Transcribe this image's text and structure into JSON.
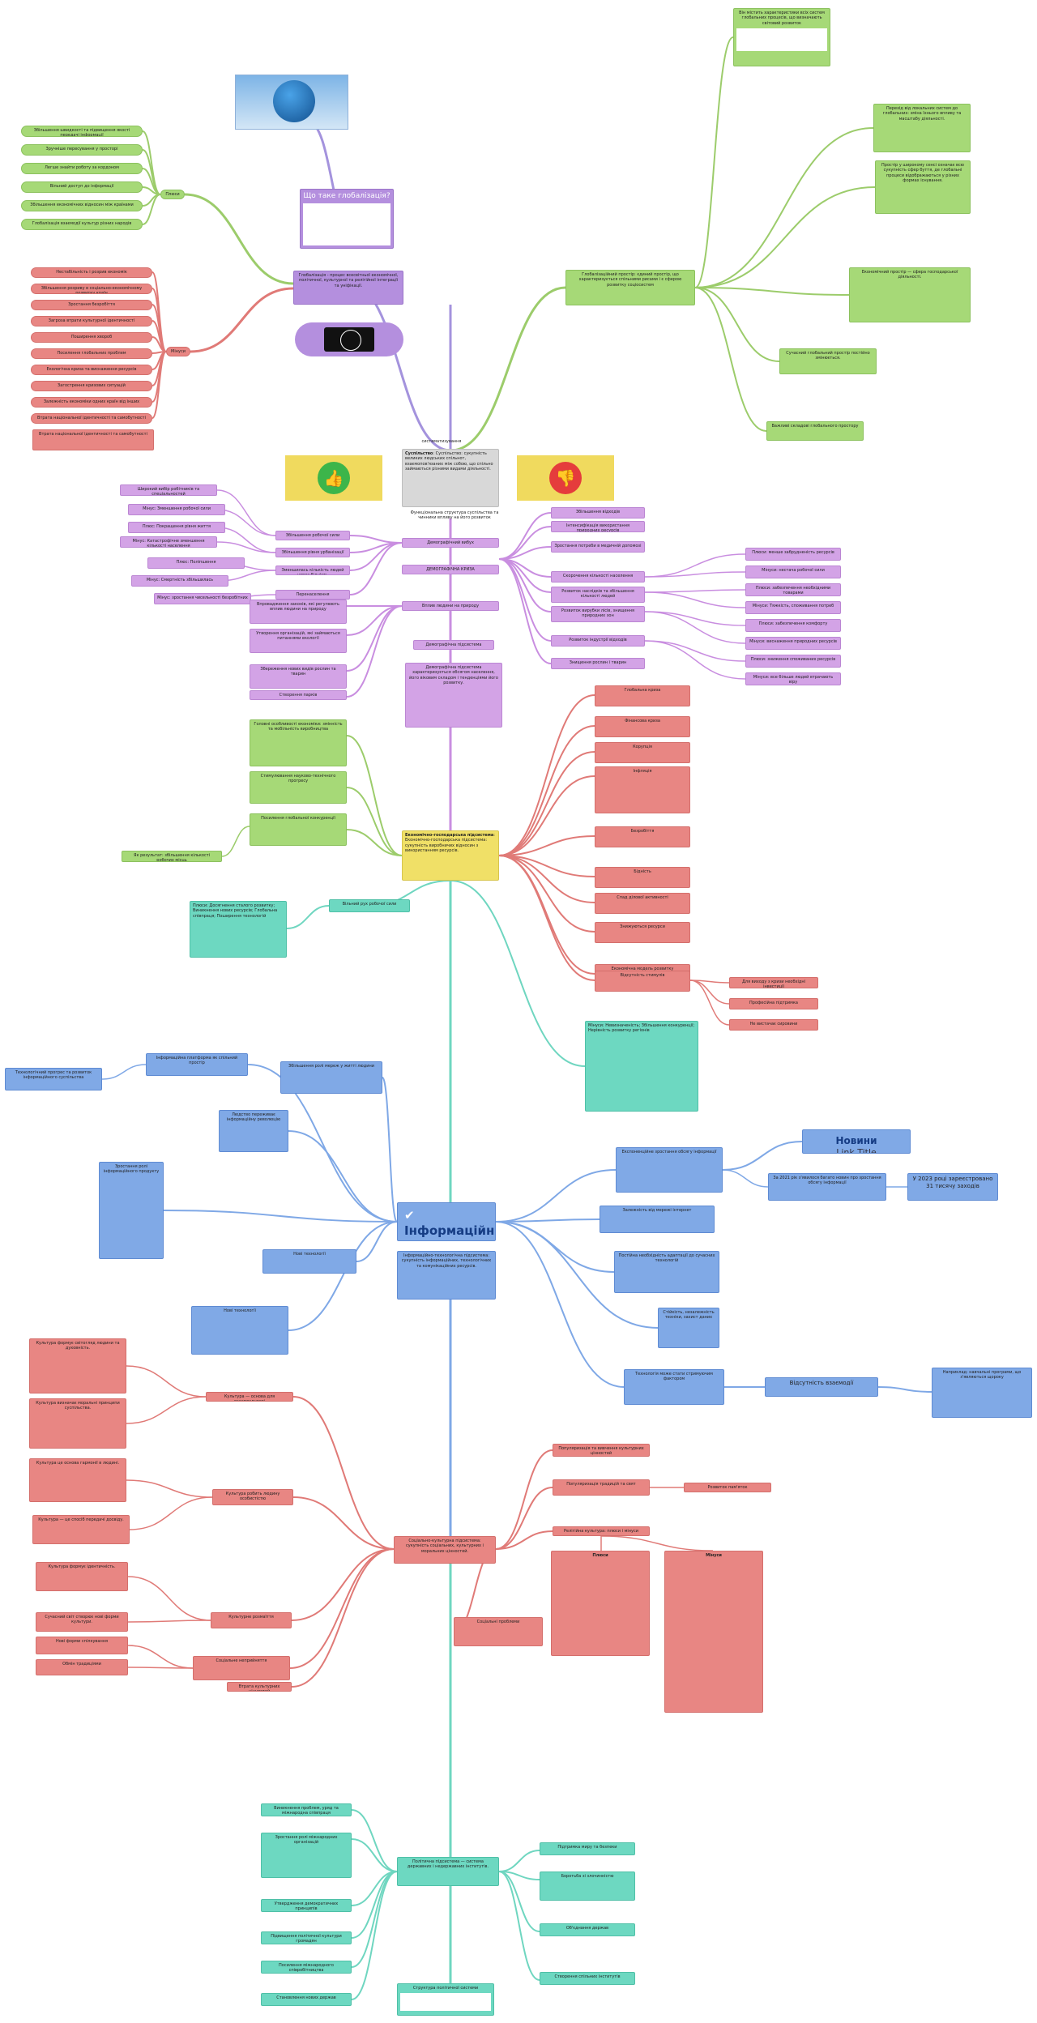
{
  "center": {
    "title": "Що таке глобалізація?",
    "definition": "Глобалізація - процес всесвітньої економічної, політичної, культурної та релігійної інтеграції та уніфікації.",
    "structure_label": "систематизування"
  },
  "pros_branch": {
    "label": "Плюси",
    "items": [
      "Збільшення швидкості та підвищення якості передачі інформації",
      "Зручніше пересування у просторі",
      "Легше знайти роботу за кордоном",
      "Вільний доступ до інформації",
      "Збільшення економічних відносин між країнами",
      "Глобалізація взаємодії культур різних народів"
    ]
  },
  "cons_branch": {
    "label": "Мінуси",
    "items": [
      "Нестабільність і розрив економік",
      "Збільшення розриву в соціально-економічному розвитку країн",
      "Зростання безробіття",
      "Загроза втрати культурної ідентичності",
      "Поширення хвороб",
      "Посилення глобальних проблем",
      "Екологічна криза та виснаження ресурсів",
      "Загострення кризових ситуацій",
      "Залежність економіки одних країн від інших",
      "Втрата національної ідентичності та самобутності"
    ]
  },
  "right_top": {
    "top_card": "Він містить характеристики всіх систем глобальних процесів, що визначають світовий розвиток",
    "sphere": "Глобалізаційний простір: єдиний простір, що характеризується спільними рисами і є сферою розвитку соціосистем",
    "items": [
      "Перехід від локальних систем до глобальних: зміна їхнього впливу та масштабу діяльності.",
      "Простір у широкому сенсі означає всю сукупність сфер буття, де глобальні процеси відображаються у різних формах існування.",
      "Економічний простір — сфера господарської діяльності.",
      "Сучасний глобальний простір постійно змінюється.",
      "Важливі складові глобального простору"
    ]
  },
  "society": {
    "title": "Суспільство",
    "text": "Суспільство: сукупність великих людських спільнот, взаємопов'язаних між собою, що спільно займаються різними видами діяльності.",
    "sub": "Функціональна структура суспільства та чинники впливу на його розвиток"
  },
  "demo": {
    "growth": "Демографічний вибух",
    "crisis": "ДЕМОГРАФІЧНА КРИЗА",
    "left_items": [
      "Широкий вибір робітників та спеціальностей",
      "Мінус: Зменшення робочої сили",
      "Плюс: Покращення рівня життя",
      "Мінус: Катастрофічне зменшення кількості населення",
      "Плюс: Поліпшення",
      "Мінус: Смертність збільшилась",
      "Мінус: зростання чисельності безробітних"
    ],
    "left_mid": [
      "Збільшення робочої сили",
      "Збільшення рівня урбанізації",
      "Зменшилась кількість людей через бідність",
      "Перенаселення"
    ],
    "right_items": [
      "Збільшення відходів",
      "Інтенсифікація використання природних ресурсів",
      "Зростання потреби в медичній допомозі",
      "Скорочення кількості населення",
      "Розвиток наслідків та збільшення кількості людей",
      "Розвиток вирубки лісів, знищення природних зон",
      "Розвиток індустрії відходів",
      "Знищення рослин і тварин"
    ],
    "right_far": [
      "Плюси: менше забрудненість ресурсів",
      "Мінуси: нестача робочої сили",
      "Плюси: забезпечення необхідними товарами",
      "Мінуси: Тяжкість, споживання потреб",
      "Плюси: забезпечення комфорту",
      "Мінуси: виснаження природних ресурсів",
      "Плюси: зниження споживаних ресурсів",
      "Мінуси: все більше людей втрачають віру"
    ],
    "nature": "Вплив людини на природу",
    "left_nature": [
      "Впровадження законів, які регулюють вплив людини на природу",
      "Утворення організацій, які займаються питаннями екології",
      "Збереження нових видів рослин та тварин",
      "Створення парків"
    ],
    "subsystem": "Демографічна підсистема",
    "subsystem_text": "Демографічна підсистема характеризується обсягом населення, його віковим складом і тенденціями його розвитку."
  },
  "economy": {
    "title": "Економічно-господарська підсистема",
    "text": "Економічно-господарська підсистема: сукупність виробничих відносин з використанням ресурсів.",
    "left_items": [
      "Головні особливості економіки: змінність та мобільність виробництва",
      "Стимулювання науково-технічного прогресу",
      "Посилення глобальної конкуренції"
    ],
    "left_label": "Як результат: збільшення кількості робочих місць",
    "right_items": [
      "Глобальна криза",
      "Фінансова криза",
      "Корупція",
      "Інфляція",
      "Безробіття",
      "Бідність",
      "Спад ділової активності",
      "Знижуються ресурси",
      "Економічна модель розвитку",
      "Відсутність стимулів"
    ],
    "right_far": [
      "Для виходу з кризи необхідні інвестиції",
      "Професійна підтримка",
      "Не вистачає сировини"
    ],
    "labor": "Вільний рух робочої сили",
    "labor_list": "Плюси: Досягнення сталого розвитку; Виникнення нових ресурсів; Глобальна співпраця; Поширення технологій",
    "minus_list": "Мінуси: Невизначеність; Збільшення конкуренції; Нерівність розвитку регіонів"
  },
  "info": {
    "title": "Інформаційно-технологічна підсистема:",
    "text": "Інформаційно-технологічна підсистема: сукупність інформаційних, технологічних та комунікаційних ресурсів.",
    "left_items": [
      "Інформаційна платформа як спільний простір",
      "Збільшення ролі мереж у житті людини",
      "Зростання ролі інформаційного продукту",
      "Людство переживає інформаційну революцію",
      "Нові технології"
    ],
    "left_far": "Технологічний прогрес та розвиток інформаційного суспільства",
    "right_items": [
      "Експоненційне зростання обсягу інформації",
      "Залежність від мережі інтернет",
      "Постійна необхідність адаптації до сучасних технологій",
      "Стійкість, незалежність техніки, захист даних",
      "Технологія може стати стримуючим фактором"
    ],
    "news": "Новини",
    "link": "Link Title",
    "news_text": "За 2021 рік з'явилося багато новин про зростання обсягу інформації",
    "year_text": "У 2023 році зареєстровано 31 тисячу заходів",
    "adapt": "Відсутність взаємодії",
    "example": "Наприклад: навчальні програми, що з'являються щороку"
  },
  "culture": {
    "title": "Соціально-культурна підсистема",
    "text": "Соціально-культурна підсистема: сукупність соціальних, культурних і моральних цінностей.",
    "left_items": [
      "Культура — основа для взаємоєдності",
      "Культура робить людину особистістю",
      "Культурне розмаїття",
      "Соціальне неприйняття",
      "Втрата культурних цінностей"
    ],
    "left_far": [
      "Культура формує світогляд людини та духовність.",
      "Культура визначає моральні принципи суспільства.",
      "Культура це основа гармонії в людині.",
      "Культура — це спосіб передачі досвіду.",
      "Культура формує ідентичність.",
      "Сучасний світ створює нові форми культури.",
      "Нові форми спілкування",
      "Обмін традиціями"
    ],
    "right_items": [
      "Популяризація та вивчення культурних цінностей",
      "Популяризація традицій та свят",
      "Релігійна культура: плюси і мінуси",
      "Соціальні проблеми",
      "Розвиток пам'яток"
    ],
    "pros_title": "Плюси",
    "cons_title": "Мінуси"
  },
  "politics": {
    "title": "Політична підсистема",
    "text": "Політична підсистема — система державних і недержавних інститутів.",
    "left_items": [
      "Виникнення проблем, уряд та міжнародна співпраця",
      "Зростання ролі міжнародних організацій",
      "Утвердження демократичних принципів",
      "Підвищення політичної культури громадян",
      "Посилення міжнародного співробітництва",
      "Становлення нових держав"
    ],
    "right_items": [
      "Підтримка миру та безпеки",
      "Боротьба зі злочинністю",
      "Об'єднання держав",
      "Створення спільних інститутів"
    ],
    "bottom": "Структура політичної системи"
  }
}
